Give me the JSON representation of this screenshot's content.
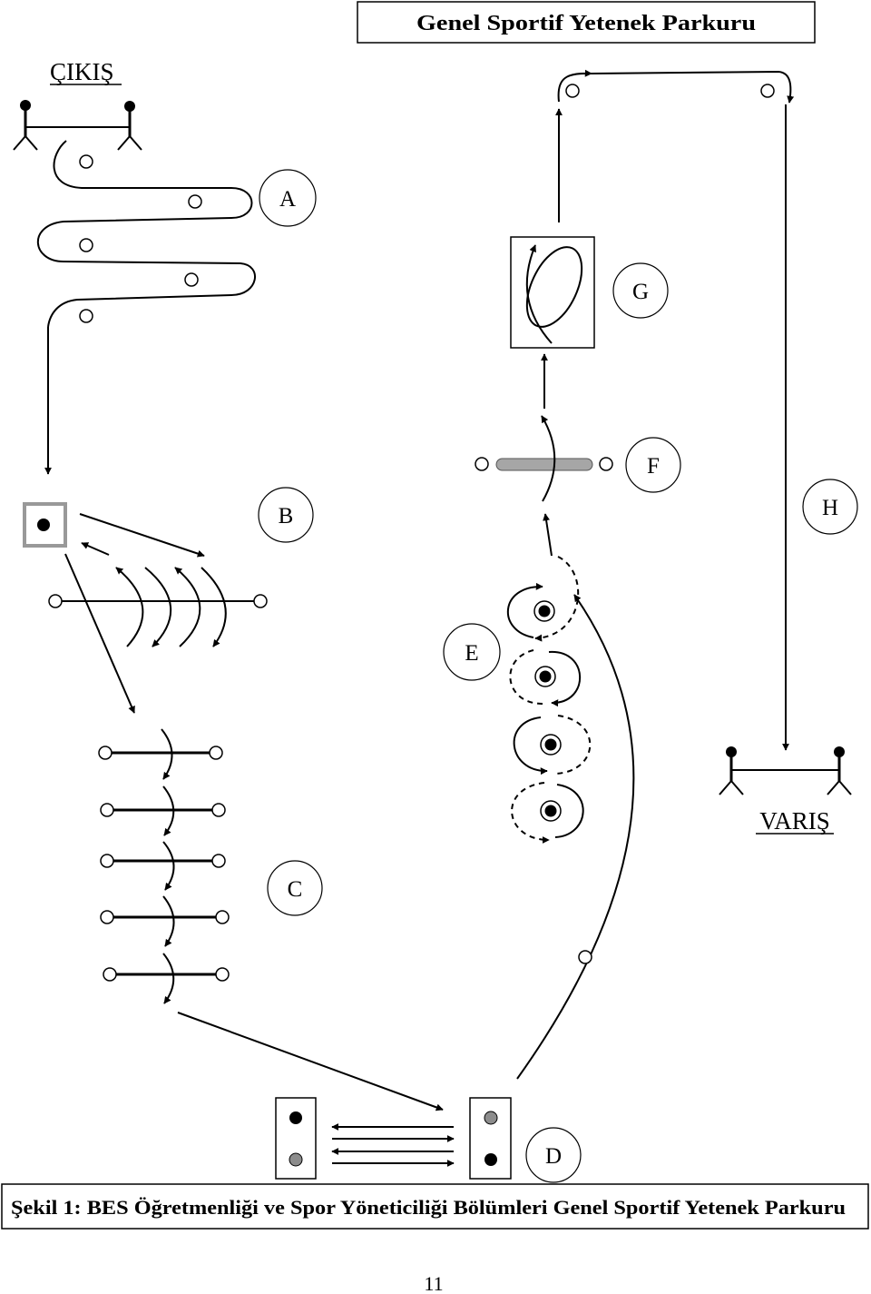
{
  "title": "Genel Sportif Yetenek Parkuru",
  "start_label": "ÇIKIŞ",
  "finish_label": "VARIŞ",
  "stations": [
    {
      "label": "A"
    },
    {
      "label": "B"
    },
    {
      "label": "C"
    },
    {
      "label": "D"
    },
    {
      "label": "E"
    },
    {
      "label": "F"
    },
    {
      "label": "G"
    },
    {
      "label": "H"
    }
  ],
  "caption": "Şekil 1: BES Öğretmenliği ve Spor Yöneticiliği Bölümleri Genel Sportif Yetenek Parkuru",
  "page_number": "11"
}
